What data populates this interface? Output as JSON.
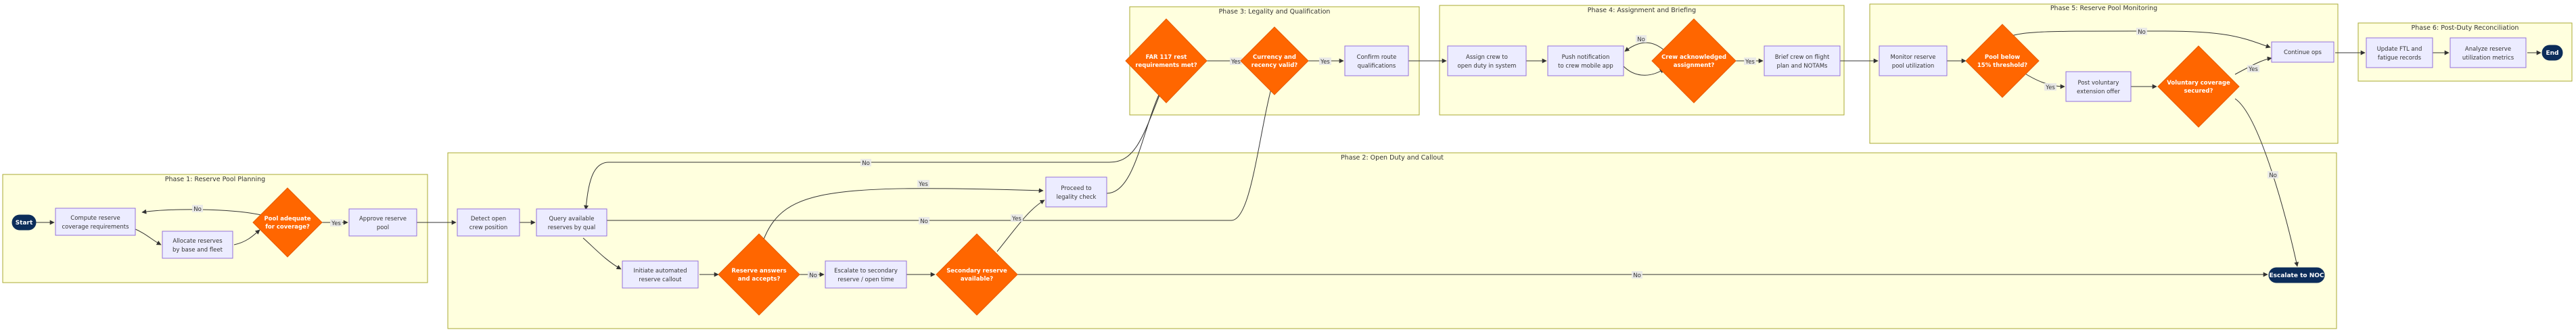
{
  "phases": {
    "p1": "Phase 1: Reserve Pool Planning",
    "p2": "Phase 2: Open Duty and Callout",
    "p3": "Phase 3: Legality and Qualification",
    "p4": "Phase 4: Assignment and Briefing",
    "p5": "Phase 5: Reserve Pool Monitoring",
    "p6": "Phase 6: Post-Duty Reconciliation"
  },
  "nodes": {
    "start": "Start",
    "compute": [
      "Compute reserve",
      "coverage requirements"
    ],
    "allocate": [
      "Allocate reserves",
      "by base and fleet"
    ],
    "pool_adequate": [
      "Pool adequate",
      "for coverage?"
    ],
    "approve": [
      "Approve reserve",
      "pool"
    ],
    "detect": [
      "Detect open",
      "crew position"
    ],
    "query": [
      "Query available",
      "reserves by qual"
    ],
    "initiate": [
      "Initiate automated",
      "reserve callout"
    ],
    "reserve_answers": [
      "Reserve answers",
      "and accepts?"
    ],
    "escalate_secondary": [
      "Escalate to secondary",
      "reserve / open time"
    ],
    "secondary_available": [
      "Secondary reserve",
      "available?"
    ],
    "proceed": [
      "Proceed to",
      "legality check"
    ],
    "far117": [
      "FAR 117 rest",
      "requirements met?"
    ],
    "currency": [
      "Currency and",
      "recency valid?"
    ],
    "confirm": [
      "Confirm route",
      "qualifications"
    ],
    "assign": [
      "Assign crew to",
      "open duty in system"
    ],
    "push": [
      "Push notification",
      "to crew mobile app"
    ],
    "crew_ack": [
      "Crew acknowledged",
      "assignment?"
    ],
    "brief": [
      "Brief crew on flight",
      "plan and NOTAMs"
    ],
    "monitor": [
      "Monitor reserve",
      "pool utilization"
    ],
    "pool_below": [
      "Pool below",
      "15% threshold?"
    ],
    "post_voluntary": [
      "Post voluntary",
      "extension offer"
    ],
    "voluntary_secured": [
      "Voluntary coverage",
      "secured?"
    ],
    "continue": [
      "Continue ops"
    ],
    "update": [
      "Update FTL and",
      "fatigue records"
    ],
    "analyze": [
      "Analyze reserve",
      "utilization metrics"
    ],
    "escalate_noc": "Escalate to NOC",
    "end": "End"
  },
  "edge_labels": {
    "no": "No",
    "yes": "Yes"
  }
}
